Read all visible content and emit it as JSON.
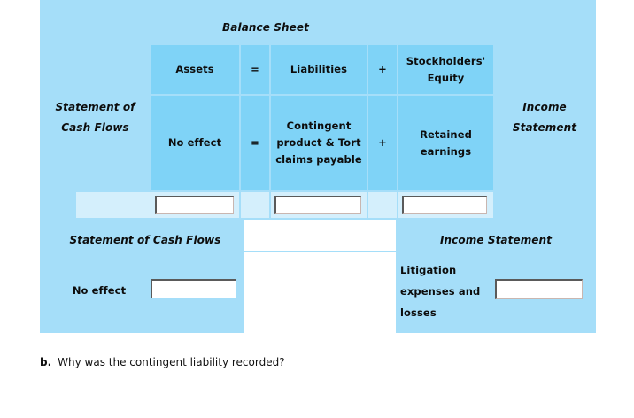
{
  "panel": {
    "balance_sheet_title": "Balance Sheet",
    "left_header": "Statement of Cash Flows",
    "right_header": "Income Statement",
    "columns": {
      "assets": "Assets",
      "equals_1": "=",
      "liabilities": "Liabilities",
      "plus_1": "+",
      "stockholders_equity": "Stockholders' Equity"
    },
    "data_row": {
      "assets_value": "No effect",
      "equals_2": "=",
      "liabilities_value": "Contingent product & Tort claims payable",
      "plus_2": "+",
      "equity_value": "Retained earnings"
    },
    "input_row": {
      "assets_input": "",
      "liabilities_input": "",
      "equity_input": "",
      "input_placeholder": ""
    },
    "bottom": {
      "scf_header": "Statement of Cash Flows",
      "is_header": "Income Statement",
      "scf_value": "No effect",
      "scf_input": "",
      "is_label": "Litigation expenses and losses",
      "is_input": ""
    }
  },
  "question": {
    "label": "b.",
    "text": "Why was the contingent liability recorded?"
  }
}
